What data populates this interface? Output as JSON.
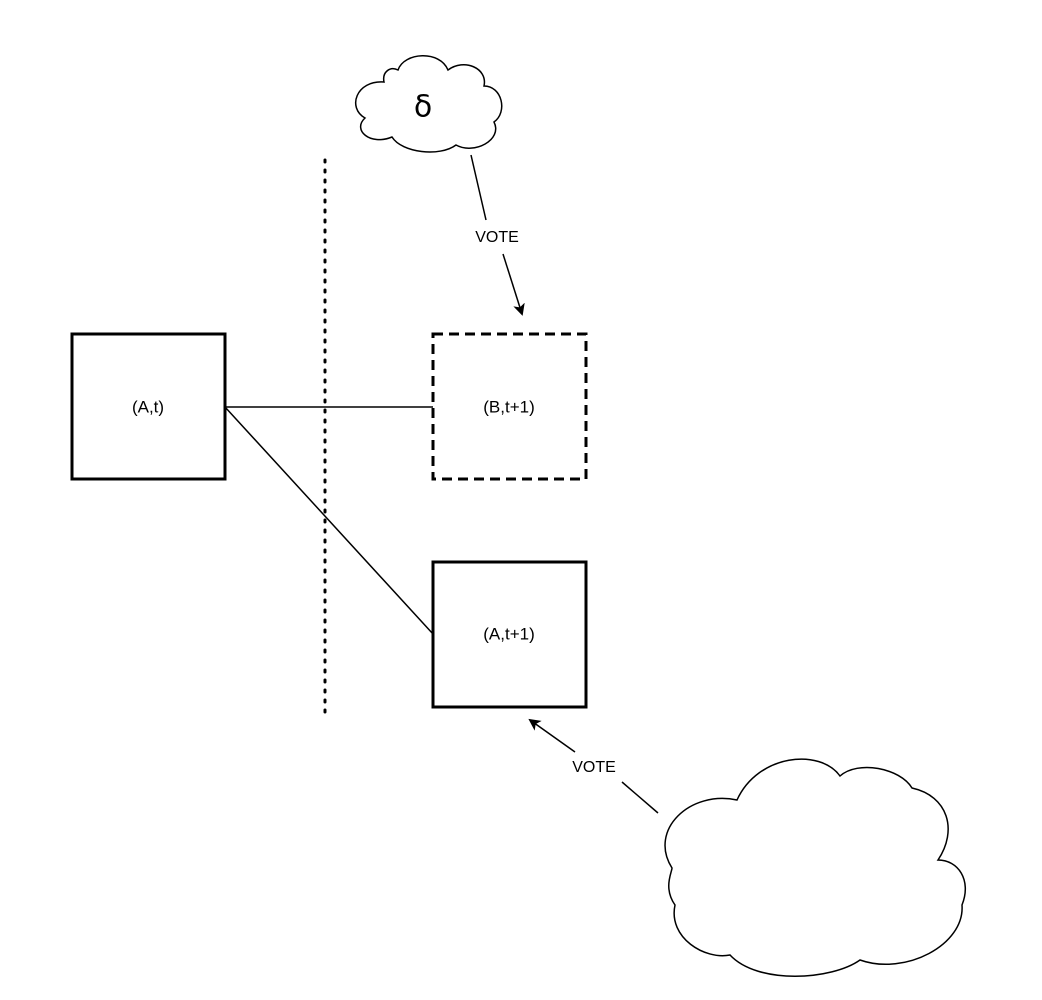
{
  "diagram": {
    "nodes": {
      "a_t": {
        "label": "(A,t)",
        "style": "solid"
      },
      "b_t1": {
        "label": "(B,t+1)",
        "style": "dashed"
      },
      "a_t1": {
        "label": "(A,t+1)",
        "style": "solid"
      }
    },
    "clouds": {
      "top": {
        "label": "δ"
      },
      "bottom": {
        "label": ""
      }
    },
    "edges": {
      "vote_top": {
        "label": "VOTE"
      },
      "vote_bottom": {
        "label": "VOTE"
      }
    },
    "colors": {
      "stroke": "#000000",
      "background": "#ffffff"
    }
  }
}
